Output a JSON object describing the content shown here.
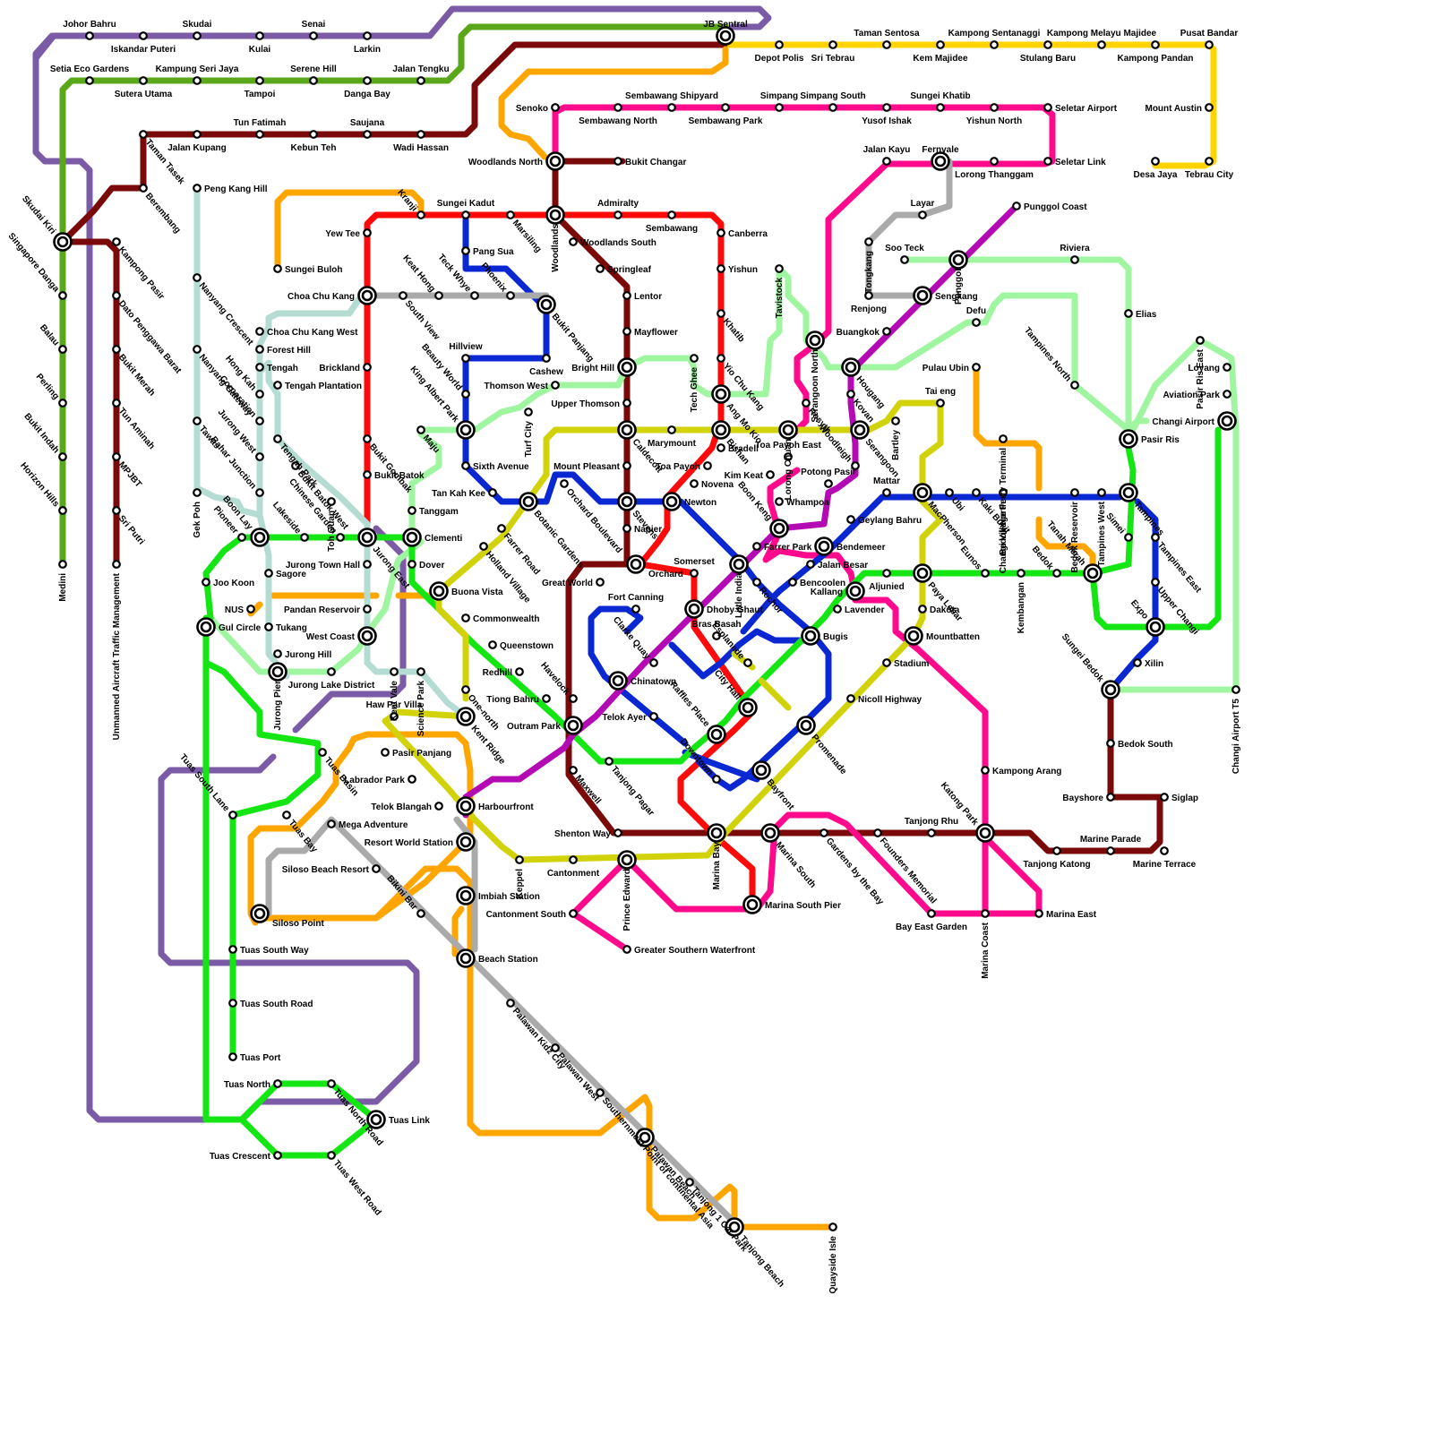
{
  "lines": [
    {
      "id": "purple",
      "color": "#7b5aa6"
    },
    {
      "id": "green",
      "color": "#5aa81a"
    },
    {
      "id": "maroon",
      "color": "#7a0a0a"
    },
    {
      "id": "yellow",
      "color": "#ffd400"
    },
    {
      "id": "orange",
      "color": "#ffa500"
    },
    {
      "id": "pink",
      "color": "#ff0a8c"
    },
    {
      "id": "red",
      "color": "#ff0a0a"
    },
    {
      "id": "blue",
      "color": "#0a28d2"
    },
    {
      "id": "lightgreen",
      "color": "#a0f5a0"
    },
    {
      "id": "lime",
      "color": "#14e614"
    },
    {
      "id": "grey",
      "color": "#aaaaaa"
    },
    {
      "id": "olive",
      "color": "#d2d20a"
    },
    {
      "id": "magenta",
      "color": "#b40ab4"
    },
    {
      "id": "paleblue",
      "color": "#b4dcd2"
    }
  ],
  "stations": [
    "Johor Bahru",
    "Skudai",
    "Senai",
    "Iskandar Puteri",
    "Kulai",
    "Larkin",
    "JB Sentral",
    "Depot Polis",
    "Sri Tebrau",
    "Taman Sentosa",
    "Kem Majidee",
    "Kampong Sentanaggi",
    "Stulang Baru",
    "Kampong Melayu Majidee",
    "Kampong Pandan",
    "Pusat Bandar",
    "Mount Austin",
    "Desa Jaya",
    "Tebrau City",
    "Setia Eco Gardens",
    "Kampung Seri Jaya",
    "Serene Hill",
    "Jalan Tengku",
    "Sutera Utama",
    "Tampoi",
    "Danga Bay",
    "Tun Fatimah",
    "Saujana",
    "Jalan Kupang",
    "Kebun Teh",
    "Wadi Hassan",
    "Taman Tasek",
    "Berembang",
    "Skudai Kiri",
    "Kampong Pasir",
    "Dato Penggawa Barat",
    "Bukit Merah",
    "Tun Aminah",
    "MPJBT",
    "Sri Putri",
    "Unmanned Aircraft Traffic Management",
    "Singapore Danga",
    "Balau",
    "Perling",
    "Bukit Indah",
    "Horizon Hills",
    "Medini",
    "Senoko",
    "Sembawang North",
    "Sembawang Shipyard",
    "Sembawang Park",
    "Simpang",
    "Simpang South",
    "Yusof Ishak",
    "Sungei Khatib",
    "Yishun North",
    "Seletar Airport",
    "Seletar Link",
    "Woodlands North",
    "Bukit Changar",
    "Jalan Kayu",
    "Fernvale",
    "Lorong Thanggam",
    "Peng Kang Hill",
    "Nanyang Crescent",
    "Nanyang Gateway",
    "Tawas",
    "Gek Poh",
    "Sungei Buloh",
    "Yew Tee",
    "Kranji",
    "Sungei Kadut",
    "Marsiling",
    "Admiralty",
    "Sembawang",
    "Canberra",
    "Yishun",
    "Khatib",
    "Yio Chu Kang",
    "Ang Mo Kio",
    "Bishan",
    "Bradell",
    "Woodlands",
    "Woodlands South",
    "Springleaf",
    "Lentor",
    "Mayflower",
    "Bright Hill",
    "Upper Thomson",
    "Caldecott",
    "Stevens",
    "Napier",
    "Orchard",
    "Choa Chu Kang",
    "South View",
    "Keat Hong",
    "Teck Whye",
    "Phoenix",
    "Bukit Panjang",
    "Cashew",
    "Hillview",
    "Beauty World",
    "King Albert Park",
    "Sixth Avenue",
    "Tan Kah Kee",
    "Botanic Gardens",
    "Pang Sua",
    "Choa Chu Kang West",
    "Forest Hill",
    "Tengah",
    "Tengah Plantation",
    "Tengah Park",
    "Hong Kah",
    "Corporation",
    "Jurong West",
    "Bahar Junction",
    "Bukit Batok West",
    "Brickland",
    "Bukit Gombak",
    "Bukit Batok",
    "Toh Guan",
    "Chinese Garden",
    "Lakeside",
    "Pioneer",
    "Boon Lay",
    "Joo Koon",
    "Jurong East",
    "Clementi",
    "Dover",
    "Jurong Town Hall",
    "Pandan Reservoir",
    "West Coast",
    "Kent Vale",
    "Science Park",
    "Maju",
    "Tanggam",
    "NUS",
    "Gul Circle",
    "Tukang",
    "Sagore",
    "Jurong Hill",
    "Jurong Pier",
    "Jurong Lake District",
    "Haw Par Villa",
    "Buona Vista",
    "Commonwealth",
    "Queenstown",
    "Redhill",
    "Tiong Bahru",
    "Havelock",
    "Outram Park",
    "Holland Village",
    "Farrer Road",
    "Turf City",
    "Thomson West",
    "Tech Ghee",
    "Tavistock",
    "Serangoon North",
    "Lorong Chuan",
    "Toa Payoh East",
    "Marymount",
    "Toa Payoh",
    "Novena",
    "Newton",
    "Mount Pleasant",
    "Orchard Boulevard",
    "Great World",
    "Somerset",
    "Dhoby Ghaut",
    "Bras Basah",
    "Esplanade",
    "City Hall",
    "Raffles Place",
    "Downtown",
    "Bayfront",
    "Promenade",
    "Nicoll Highway",
    "Stadium",
    "Mountbatten",
    "Dakota",
    "Paya Lebar",
    "MacPherson",
    "Ubi",
    "Kaki Bukit",
    "Bedok North",
    "Bedok Reservoir",
    "Tampines West",
    "Tampines",
    "Simei",
    "Tanah Merah",
    "Bedok",
    "Kembangan",
    "Eunos",
    "Aljunied",
    "Kallang",
    "Lavender",
    "Bugis",
    "Jalan Besar",
    "Bencoolen",
    "Rochor",
    "Little India",
    "Farrer Park",
    "Boon Keng",
    "Potong Pasir",
    "Woodleigh",
    "Serangoon",
    "Kovan",
    "Hougang",
    "Buangkok",
    "Sengkang",
    "Renjong",
    "Tongkang",
    "Layar",
    "Punggol",
    "Punggol Coast",
    "Soo Teck",
    "Riviera",
    "Elias",
    "Defu",
    "Pulau Ubin",
    "Changi Village Ferry Terminal",
    "Tampines North",
    "Pasir Ris",
    "Pasir Ris East",
    "Loyang",
    "Aviation Park",
    "Changi Airport",
    "Changi Airport T5",
    "Tampines East",
    "Upper Changi",
    "Expo",
    "Xilin",
    "Sungei Bedok",
    "Bedok South",
    "Bayshore",
    "Siglap",
    "Marine Parade",
    "Marine Terrace",
    "Tanjong Katong",
    "Katong Park",
    "Tanjong Rhu",
    "Founders Memorial",
    "Gardens by the Bay",
    "Marina South",
    "Marina Bay",
    "Marina South Pier",
    "Bay East Garden",
    "Marina Coast",
    "Marina East",
    "Kampong Arang",
    "Bartley",
    "Tai eng",
    "Mattar",
    "Geylang Bahru",
    "Bendemeer",
    "Whampoa",
    "Kim Keat",
    "Rosyth",
    "Tuas Basin",
    "Tuas South Lane",
    "Tuas Bay",
    "Mega Adventure",
    "Siloso Beach Resort",
    "Siloso Point",
    "Tuas South Way",
    "Tuas South Road",
    "Tuas Port",
    "Tuas North",
    "Tuas North Road",
    "Tuas Link",
    "Tuas Crescent",
    "Tuas West Road",
    "Pasir Panjang",
    "Labrador Park",
    "Telok Blangah",
    "Harbourfront",
    "Keppel",
    "Resort World Station",
    "Imbiah Station",
    "Beach Station",
    "Bikini Bar",
    "Palawan Kidz City",
    "Palawan West",
    "Southernmost Point of continental Asia",
    "Palawan Beach",
    "Tanjong 1 Car Park",
    "Tanjong Beach",
    "Quayside Isle",
    "Cantonment",
    "Prince Edward",
    "Cantonment South",
    "Greater Southern Waterfront",
    "Shenton Way",
    "Maxwell",
    "Tanjong Pagar",
    "Telok Ayer",
    "Chinatown",
    "Clarke Quay",
    "Fort Canning",
    "One-north",
    "Kent Ridge"
  ]
}
